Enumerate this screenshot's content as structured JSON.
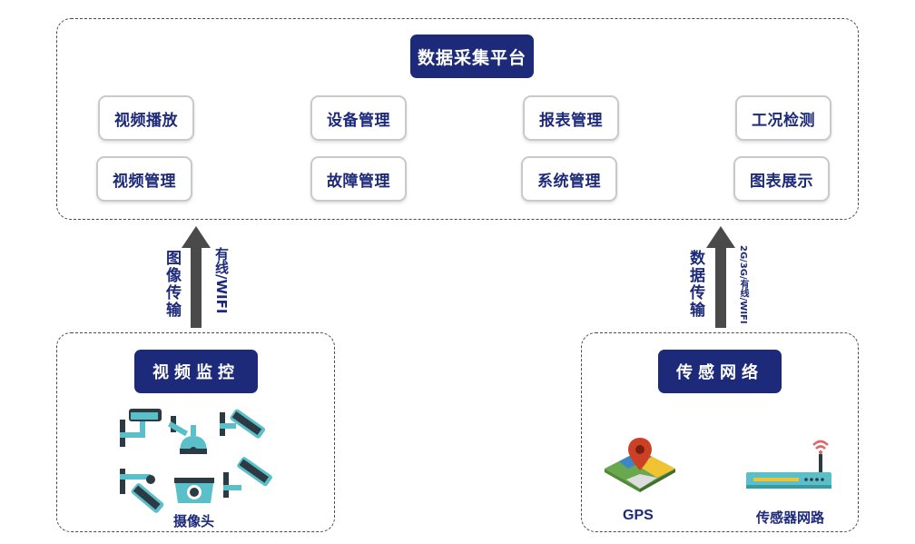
{
  "platform": {
    "title": "数据采集平台",
    "modules": [
      {
        "label": "视频播放",
        "name": "video-playback"
      },
      {
        "label": "设备管理",
        "name": "device-management"
      },
      {
        "label": "报表管理",
        "name": "report-management"
      },
      {
        "label": "工况检测",
        "name": "condition-monitoring"
      },
      {
        "label": "视频管理",
        "name": "video-management"
      },
      {
        "label": "故障管理",
        "name": "fault-management"
      },
      {
        "label": "系统管理",
        "name": "system-management"
      },
      {
        "label": "图表展示",
        "name": "chart-display"
      }
    ]
  },
  "video_flow": {
    "label": "图像传输",
    "method": "有线/WIFI"
  },
  "data_flow": {
    "label": "数据传输",
    "method": "2G/3G/有线/WIFI"
  },
  "video_monitor": {
    "title": "视频监控",
    "caption": "摄像头",
    "icon": "security-camera-icon"
  },
  "sensor_network": {
    "title": "传感网络",
    "gps_caption": "GPS",
    "router_caption": "传感器网路",
    "gps_icon": "map-pin-icon",
    "router_icon": "wifi-router-icon"
  },
  "colors": {
    "navy": "#1d2a7a",
    "arrow": "#4a4a4a",
    "camera_teal": "#5bbfc9",
    "camera_dark": "#2c3a44"
  }
}
